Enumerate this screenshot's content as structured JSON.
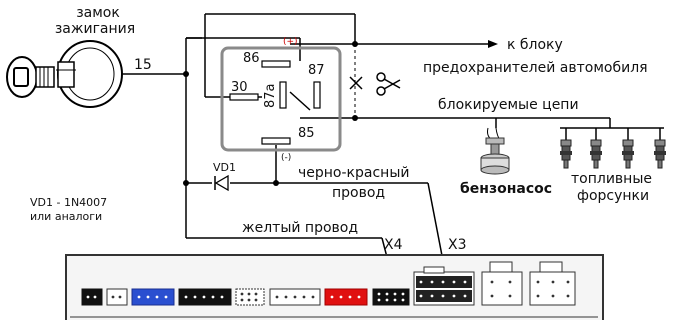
{
  "labels": {
    "ignition_lock": "замок\nзажигания",
    "terminal_15": "15",
    "to_fuse_box_1": "к блоку",
    "to_fuse_box_2": "предохранителей автомобиля",
    "blocked_circuits": "блокируемые цепи",
    "fuel_pump": "бензонасос",
    "fuel_injectors_1": "топливные",
    "fuel_injectors_2": "форсунки",
    "black_red_wire_1": "черно-красный",
    "black_red_wire_2": "провод",
    "yellow_wire": "желтый провод",
    "connector_x4": "X4",
    "connector_x3": "X3",
    "diode": "VD1",
    "diode_note_1": "VD1 - 1N4007",
    "diode_note_2": "или аналоги",
    "pin_86": "86",
    "pin_87": "87",
    "pin_87a": "87a",
    "pin_30": "30",
    "pin_85": "85",
    "polarity_plus": "(+)",
    "polarity_minus": "(-)"
  },
  "colors": {
    "wire": "#000000",
    "relay_body": "#8a8a8a",
    "plus": "#cc0000",
    "block_blue": "#2a4fd0",
    "block_red": "#e01010",
    "block_black": "#111111"
  },
  "icons": {
    "ignition": "ignition-key-icon",
    "cut": "scissors-icon",
    "pump": "fuel-pump-icon",
    "injector": "fuel-injector-icon"
  }
}
